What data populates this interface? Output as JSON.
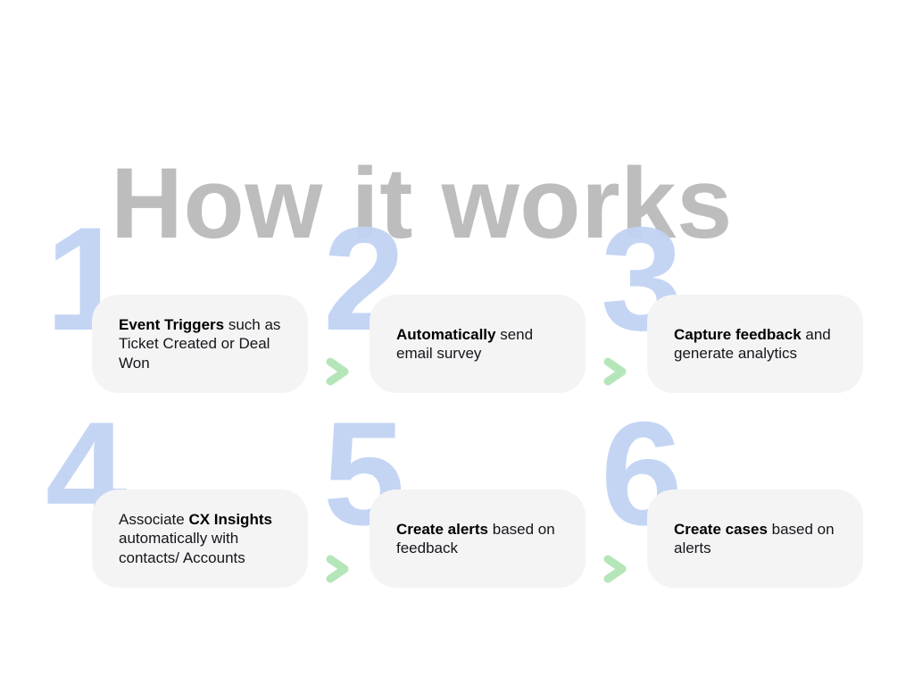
{
  "title": "How it works",
  "colors": {
    "background": "#ffffff",
    "title": "#bdbdbd",
    "number": "#c1d3f4",
    "card_background": "#f4f4f5",
    "text": "#14161a",
    "chevron": "#b5e6b9"
  },
  "steps": [
    {
      "number": "1",
      "text_plain": "Event Triggers such as Ticket Created or Deal Won",
      "lead": "",
      "bold": "Event Triggers",
      "rest": " such as Ticket Created or Deal Won"
    },
    {
      "number": "2",
      "text_plain": "Automatically send email survey",
      "lead": "",
      "bold": "Automatically",
      "rest": " send email survey"
    },
    {
      "number": "3",
      "text_plain": "Capture feedback and generate analytics",
      "lead": "",
      "bold": "Capture feedback",
      "rest": " and generate analytics"
    },
    {
      "number": "4",
      "text_plain": "Associate CX Insights automatically with contacts/ Accounts",
      "lead": "Associate ",
      "bold": "CX Insights",
      "rest": " automatically with contacts/ Accounts"
    },
    {
      "number": "5",
      "text_plain": "Create alerts based on feedback",
      "lead": "",
      "bold": "Create alerts",
      "rest": " based on feedback"
    },
    {
      "number": "6",
      "text_plain": "Create cases based on alerts",
      "lead": "",
      "bold": "Create cases",
      "rest": " based on alerts"
    }
  ],
  "connectors": [
    {
      "symbol": ">",
      "name": "chevron-right-icon"
    },
    {
      "symbol": ">",
      "name": "chevron-right-icon"
    },
    {
      "symbol": ">",
      "name": "chevron-right-icon"
    },
    {
      "symbol": ">",
      "name": "chevron-right-icon"
    }
  ]
}
